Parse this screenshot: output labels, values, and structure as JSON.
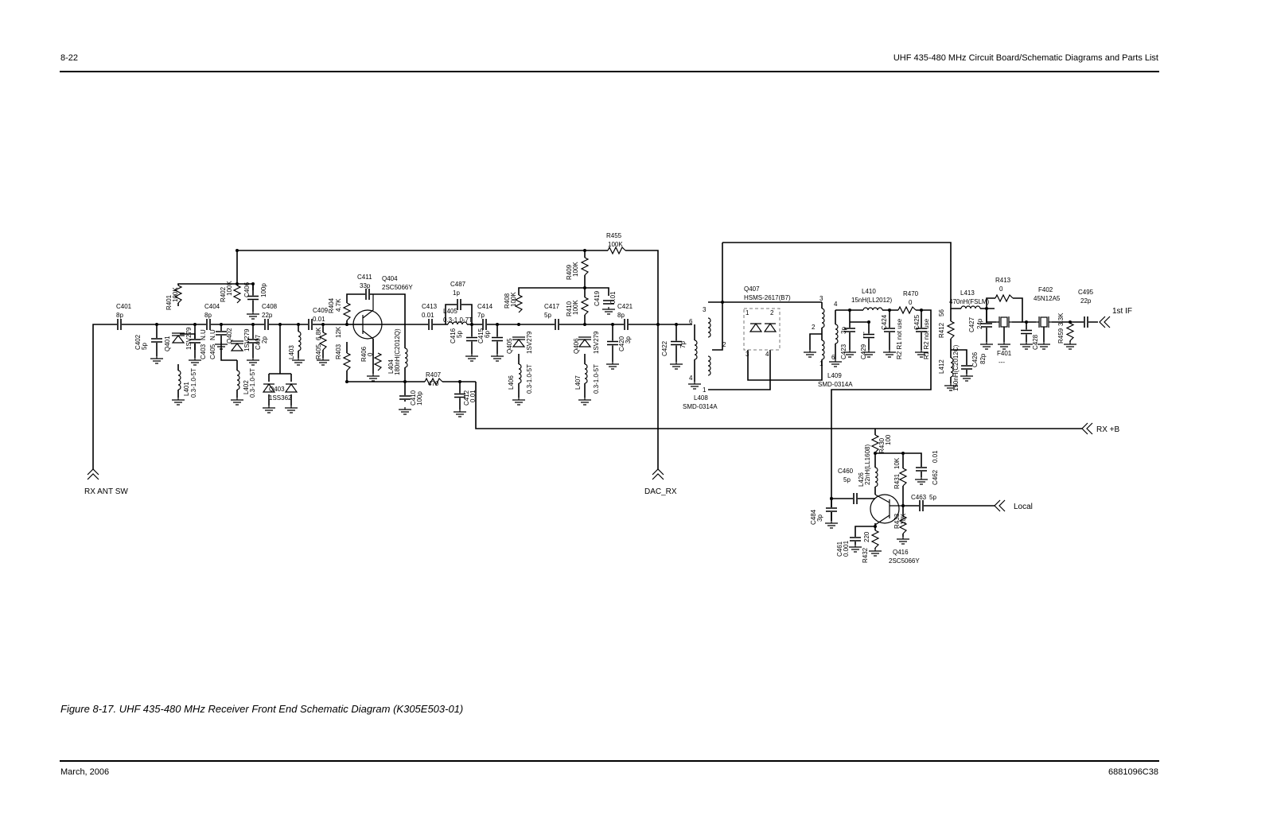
{
  "header": {
    "page_number": "8-22",
    "section_title": "UHF 435-480 MHz Circuit Board/Schematic Diagrams and Parts List"
  },
  "schematic": {
    "ports": {
      "rx_ant_sw": "RX ANT SW",
      "dac_rx": "DAC_RX",
      "rx_b": "RX +B",
      "local": "Local",
      "first_if": "1st IF"
    },
    "components": {
      "C401": {
        "ref": "C401",
        "value": "8p"
      },
      "C402": {
        "ref": "C402",
        "value": "5p"
      },
      "R401": {
        "ref": "R401",
        "value": "100K"
      },
      "Q401": {
        "ref": "Q401",
        "value": "1SV279"
      },
      "C403": {
        "ref": "C403",
        "value": "N.U"
      },
      "L401": {
        "ref": "L401",
        "value": "0.3-1.0-5T"
      },
      "C404": {
        "ref": "C404",
        "value": "8p"
      },
      "C405": {
        "ref": "C405",
        "value": "N.U"
      },
      "R402": {
        "ref": "R402",
        "value": "100K"
      },
      "C406": {
        "ref": "C406",
        "value": "100p"
      },
      "Q402": {
        "ref": "Q402",
        "value": "1SV279"
      },
      "L402": {
        "ref": "L402",
        "value": "0.3-1.0-5T"
      },
      "C407": {
        "ref": "C407",
        "value": "2p"
      },
      "C408": {
        "ref": "C408",
        "value": "22p"
      },
      "L403": {
        "ref": "L403",
        "value": ""
      },
      "Q403": {
        "ref": "Q403",
        "value": "1SS362"
      },
      "C409": {
        "ref": "C409",
        "value": "0.01"
      },
      "R405": {
        "ref": "R405",
        "value": "6.8K"
      },
      "R404": {
        "ref": "R404",
        "value": "4.7K"
      },
      "R403": {
        "ref": "R403",
        "value": "12K"
      },
      "C411": {
        "ref": "C411",
        "value": "33p"
      },
      "Q404": {
        "ref": "Q404",
        "value": "2SC5066Y"
      },
      "R406": {
        "ref": "R406",
        "value": "0"
      },
      "L404": {
        "ref": "L404",
        "value": "180nH(C2012Q)"
      },
      "C410": {
        "ref": "C410",
        "value": "100p"
      },
      "R407": {
        "ref": "R407",
        "value": "470"
      },
      "C412": {
        "ref": "C412",
        "value": "0.01"
      },
      "C413": {
        "ref": "C413",
        "value": "0.01"
      },
      "C487": {
        "ref": "C487",
        "value": "1p"
      },
      "L405": {
        "ref": "L405",
        "value": "0.3-1.0-7T"
      },
      "C416": {
        "ref": "C416",
        "value": "5p"
      },
      "C414": {
        "ref": "C414",
        "value": "7p"
      },
      "C415": {
        "ref": "C415",
        "value": "6p"
      },
      "R408": {
        "ref": "R408",
        "value": "100K"
      },
      "Q405": {
        "ref": "Q405",
        "value": "1SV279"
      },
      "L406": {
        "ref": "L406",
        "value": "0.3-1.0-5T"
      },
      "C417": {
        "ref": "C417",
        "value": "5p"
      },
      "R455": {
        "ref": "R455",
        "value": "100K"
      },
      "R409": {
        "ref": "R409",
        "value": "100K"
      },
      "R410": {
        "ref": "R410",
        "value": "100K"
      },
      "C419": {
        "ref": "C419",
        "value": "0.01"
      },
      "Q406": {
        "ref": "Q406",
        "value": "1SV279"
      },
      "L407": {
        "ref": "L407",
        "value": "0.3-1.0-5T"
      },
      "C420": {
        "ref": "C420",
        "value": "3p"
      },
      "C421": {
        "ref": "C421",
        "value": "8p"
      },
      "C422": {
        "ref": "C422",
        "value": "7p"
      },
      "L408": {
        "ref": "L408",
        "value": "SMD-0314A"
      },
      "Q407": {
        "ref": "Q407",
        "value": "HSMS-2617(B7)"
      },
      "L409": {
        "ref": "L409",
        "value": "SMD-0314A"
      },
      "L410": {
        "ref": "L410",
        "value": "15nH(LL2012)"
      },
      "C423": {
        "ref": "C423",
        "value": "3p"
      },
      "C429": {
        "ref": "C429",
        "value": "---"
      },
      "C424": {
        "ref": "C424",
        "value": "R2 R1 not use"
      },
      "R470": {
        "ref": "R470",
        "value": "0"
      },
      "C425": {
        "ref": "C425",
        "value": "R1 R2 not use"
      },
      "R412": {
        "ref": "R412",
        "value": "56"
      },
      "L412": {
        "ref": "L412",
        "value": "150nH(C2012C)"
      },
      "C426": {
        "ref": "C426",
        "value": "82p"
      },
      "L413": {
        "ref": "L413",
        "value": "470nH(FSLM)"
      },
      "C427": {
        "ref": "C427",
        "value": "24p"
      },
      "R413": {
        "ref": "R413",
        "value": "0"
      },
      "F401": {
        "ref": "F401",
        "value": "---"
      },
      "C428": {
        "ref": "C428",
        "value": ""
      },
      "F402": {
        "ref": "F402",
        "value": "45N12A5"
      },
      "R459": {
        "ref": "R459",
        "value": "3.3K"
      },
      "C495": {
        "ref": "C495",
        "value": "22p"
      },
      "R430": {
        "ref": "R430",
        "value": "100"
      },
      "L426": {
        "ref": "L426",
        "value": "22nH(LL1608)"
      },
      "C460": {
        "ref": "C460",
        "value": "5p"
      },
      "C484": {
        "ref": "C484",
        "value": "3p"
      },
      "R431": {
        "ref": "R431",
        "value": "10K"
      },
      "C462": {
        "ref": "C462",
        "value": "0.01"
      },
      "C463": {
        "ref": "C463",
        "value": "5p"
      },
      "R433": {
        "ref": "R433",
        "value": "10K"
      },
      "C461": {
        "ref": "C461",
        "value": "0.001"
      },
      "R432": {
        "ref": "R432",
        "value": "220"
      },
      "Q416": {
        "ref": "Q416",
        "value": "2SC5066Y"
      }
    },
    "pin_labels": {
      "L408": [
        "6",
        "4",
        "3",
        "2",
        "1"
      ],
      "Q407": [
        "1",
        "2",
        "3",
        "4"
      ],
      "L409": [
        "3",
        "2",
        "1",
        "4",
        "6"
      ]
    }
  },
  "caption": "Figure 8-17. UHF 435-480 MHz Receiver Front End Schematic Diagram (K305E503-01)",
  "footer": {
    "date": "March, 2006",
    "doc_number": "6881096C38"
  }
}
